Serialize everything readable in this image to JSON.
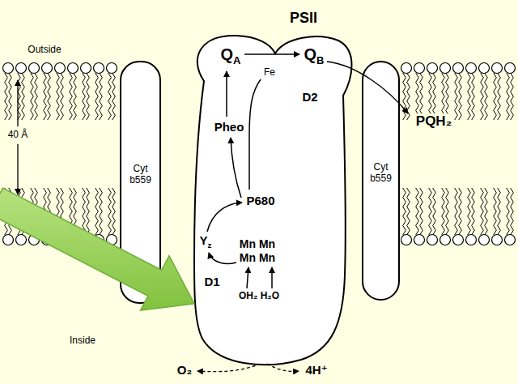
{
  "diagram": {
    "title": "PSII",
    "nodes": [
      {
        "text": [
          "Cyt b559"
        ]
      },
      {
        "text": [
          "QA",
          "Fe",
          "QB",
          "D2",
          "Pheo",
          "P680",
          "Yz",
          "Mn Mn",
          "Mn Mn",
          "D1",
          "OH₂ H₂O"
        ]
      },
      {
        "text": [
          "Cyt b559"
        ]
      }
    ],
    "labels": [
      "Outside",
      "40 Å",
      "Inside",
      "PQH₂",
      "O₂",
      "4H⁺"
    ]
  }
}
